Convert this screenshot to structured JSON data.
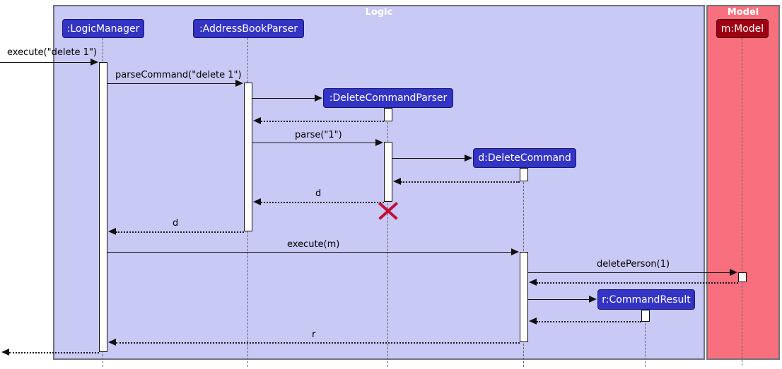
{
  "frames": {
    "logic": {
      "title": "Logic"
    },
    "model": {
      "title": "Model"
    }
  },
  "participants": {
    "logic_manager": {
      "label": ":LogicManager"
    },
    "address_book_parser": {
      "label": ":AddressBookParser"
    },
    "delete_command_parser": {
      "label": ":DeleteCommandParser"
    },
    "delete_command": {
      "label": "d:DeleteCommand"
    },
    "command_result": {
      "label": "r:CommandResult"
    },
    "model": {
      "label": "m:Model"
    }
  },
  "messages": {
    "execute_delete": {
      "label": "execute(\"delete 1\")",
      "type": "solid"
    },
    "parse_command": {
      "label": "parseCommand(\"delete 1\")",
      "type": "solid"
    },
    "create_delete_command_parser": {
      "label": "",
      "type": "create"
    },
    "return_after_parser_creation": {
      "label": "",
      "type": "return"
    },
    "parse": {
      "label": "parse(\"1\")",
      "type": "solid"
    },
    "create_delete_command": {
      "label": "",
      "type": "create"
    },
    "return_after_command_creation": {
      "label": "",
      "type": "return"
    },
    "return_d_to_address_book_parser": {
      "label": "d",
      "type": "return"
    },
    "return_d_to_logic_manager": {
      "label": "d",
      "type": "return"
    },
    "execute_m": {
      "label": "execute(m)",
      "type": "solid"
    },
    "delete_person": {
      "label": "deletePerson(1)",
      "type": "solid"
    },
    "return_from_model": {
      "label": "",
      "type": "return"
    },
    "create_command_result": {
      "label": "",
      "type": "create"
    },
    "return_from_command_result": {
      "label": "",
      "type": "return"
    },
    "return_r_to_logic_manager": {
      "label": "r",
      "type": "return"
    },
    "return_to_caller": {
      "label": "",
      "type": "return"
    }
  },
  "icons": {
    "destroy_marker": "destroy-x"
  },
  "colors": {
    "logic_accent": "#3333C4",
    "logic_frame_bg": "#C9C9F5",
    "logic_box_border": "#15157B",
    "model_accent": "#9D0012",
    "model_frame_bg": "#F8707E",
    "model_box_border": "#4F000B",
    "frame_border": "#73737F",
    "destroy_x": "#C01038",
    "frame_title_text": "#FFFFFF",
    "message_text": "#000000"
  }
}
